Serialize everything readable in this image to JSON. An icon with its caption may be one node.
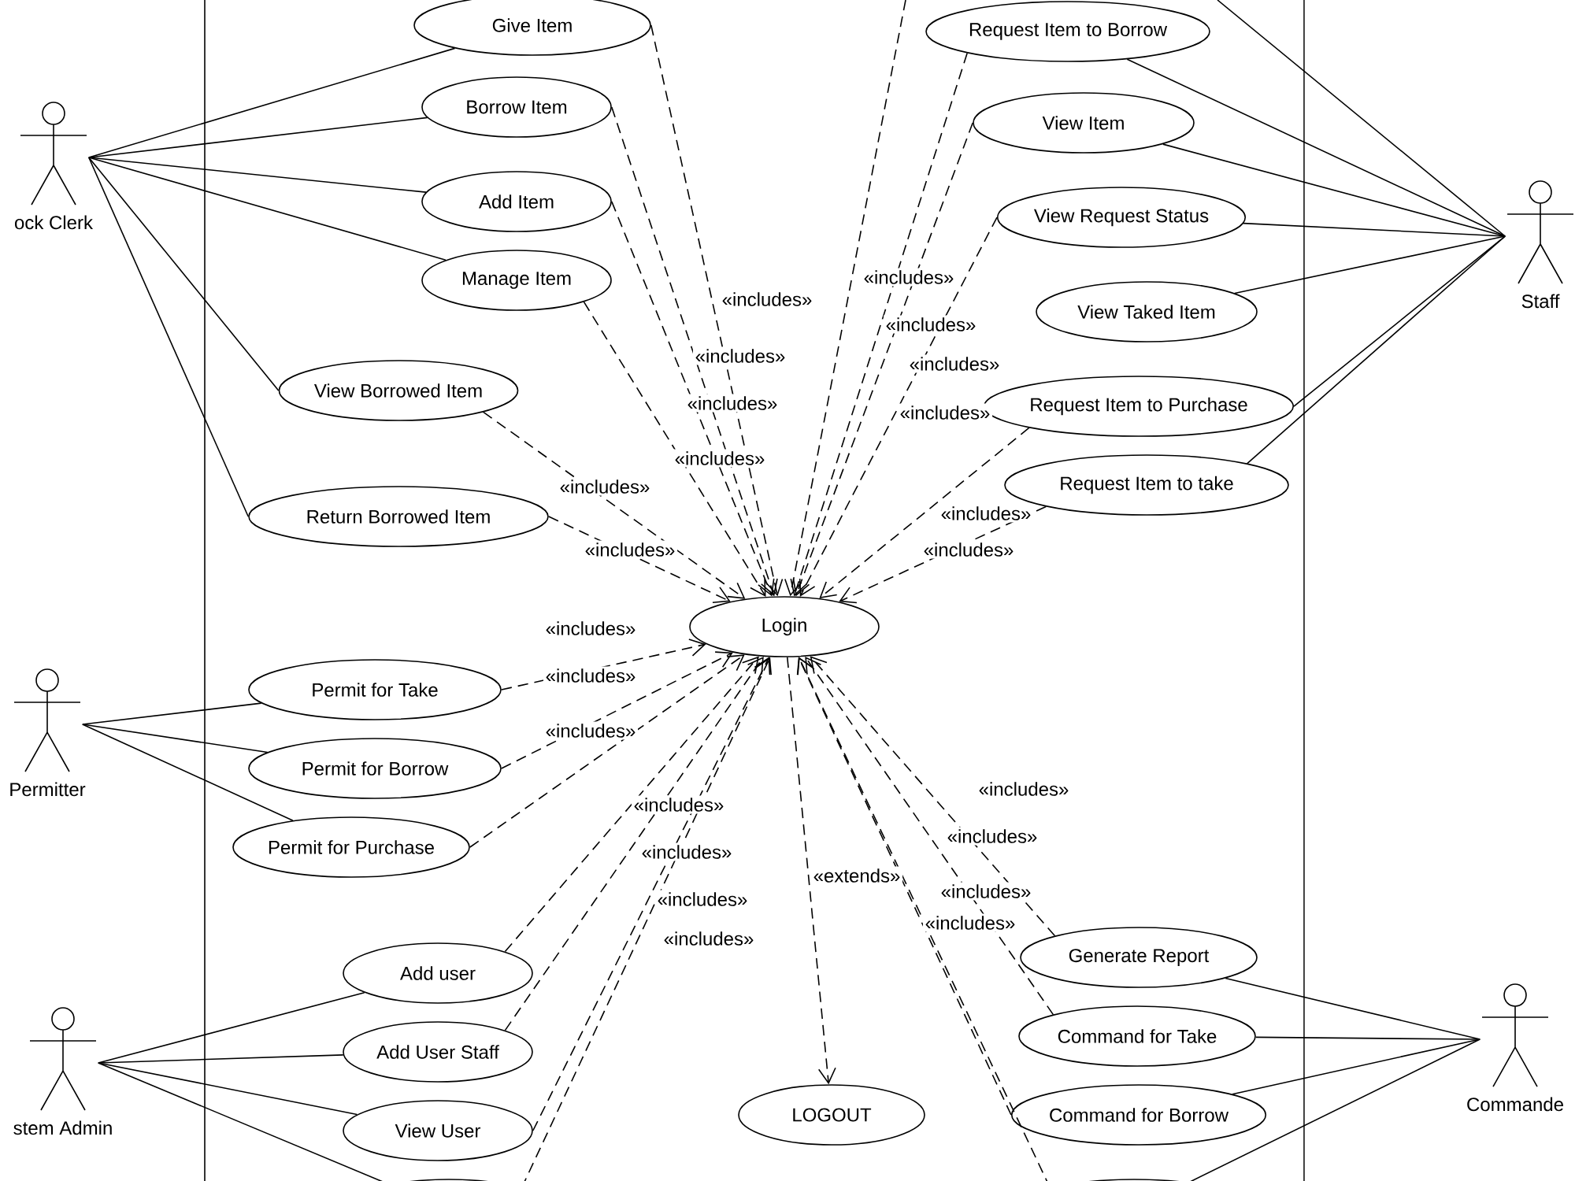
{
  "diagram": {
    "nodes": [
      {
        "text": [
          "Give Item"
        ]
      },
      {
        "text": [
          "Borrow Item"
        ]
      },
      {
        "text": [
          "Add Item"
        ]
      },
      {
        "text": [
          "Manage Item"
        ]
      },
      {
        "text": [
          "View Borrowed Item"
        ]
      },
      {
        "text": [
          "Return Borrowed Item"
        ]
      },
      {
        "text": [
          "Request Item to Borrow"
        ]
      },
      {
        "text": [
          "View Item"
        ]
      },
      {
        "text": [
          "View Request Status"
        ]
      },
      {
        "text": [
          "View Taked Item"
        ]
      },
      {
        "text": [
          "Request Item to Purchase"
        ]
      },
      {
        "text": [
          "Request Item to take"
        ]
      },
      {
        "text": [
          "Login"
        ]
      },
      {
        "text": [
          "Permit for Take"
        ]
      },
      {
        "text": [
          "Permit for Borrow"
        ]
      },
      {
        "text": [
          "Permit for Purchase"
        ]
      },
      {
        "text": [
          "Add user"
        ]
      },
      {
        "text": [
          "Add User Staff"
        ]
      },
      {
        "text": [
          "View User"
        ]
      },
      {
        "text": [
          "LOGOUT"
        ]
      },
      {
        "text": [
          "Generate Report"
        ]
      },
      {
        "text": [
          "Command for Take"
        ]
      },
      {
        "text": [
          "Command for Borrow"
        ]
      },
      {
        "text": [
          "ock Clerk"
        ]
      },
      {
        "text": [
          "Permitter"
        ]
      },
      {
        "text": [
          "Staff"
        ]
      },
      {
        "text": [
          "stem Admin"
        ]
      },
      {
        "text": [
          "Commande"
        ]
      },
      {
        "text": [],
        "shape": "ellipse"
      },
      {
        "text": [],
        "shape": "ellipse"
      }
    ],
    "edges": [
      {
        "from": 23,
        "to": 0,
        "arrow": "none"
      },
      {
        "from": 23,
        "to": 1,
        "arrow": "none"
      },
      {
        "from": 23,
        "to": 2,
        "arrow": "none"
      },
      {
        "from": 23,
        "to": 3,
        "arrow": "none"
      },
      {
        "from": 23,
        "to": 4,
        "arrow": "none"
      },
      {
        "from": 23,
        "to": 5,
        "arrow": "none"
      },
      {
        "from": null,
        "to": 25,
        "arrow": "none"
      },
      {
        "from": 6,
        "to": 25,
        "arrow": "none"
      },
      {
        "from": 7,
        "to": 25,
        "arrow": "none"
      },
      {
        "from": 8,
        "to": 25,
        "arrow": "none"
      },
      {
        "from": 9,
        "to": 25,
        "arrow": "none"
      },
      {
        "from": 10,
        "to": 25,
        "arrow": "none"
      },
      {
        "from": 11,
        "to": 25,
        "arrow": "none"
      },
      {
        "from": 24,
        "to": 13,
        "arrow": "none"
      },
      {
        "from": 24,
        "to": 14,
        "arrow": "none"
      },
      {
        "from": 24,
        "to": 15,
        "arrow": "none"
      },
      {
        "from": 26,
        "to": 16,
        "arrow": "none"
      },
      {
        "from": 26,
        "to": 17,
        "arrow": "none"
      },
      {
        "from": 26,
        "to": 18,
        "arrow": "none"
      },
      {
        "from": 26,
        "to": 28,
        "arrow": "none"
      },
      {
        "from": 27,
        "to": 20,
        "arrow": "none"
      },
      {
        "from": 27,
        "to": 21,
        "arrow": "none"
      },
      {
        "from": 27,
        "to": 22,
        "arrow": "none"
      },
      {
        "from": 27,
        "to": 29,
        "arrow": "none"
      },
      {
        "from": 0,
        "to": 12,
        "arrow": "to",
        "style": "dashed",
        "label": "«includes»"
      },
      {
        "from": 1,
        "to": 12,
        "arrow": "to",
        "style": "dashed",
        "label": "«includes»"
      },
      {
        "from": 2,
        "to": 12,
        "arrow": "to",
        "style": "dashed",
        "label": "«includes»"
      },
      {
        "from": 3,
        "to": 12,
        "arrow": "to",
        "style": "dashed",
        "label": "«includes»"
      },
      {
        "from": 4,
        "to": 12,
        "arrow": "to",
        "style": "dashed",
        "label": "«includes»"
      },
      {
        "from": 5,
        "to": 12,
        "arrow": "to",
        "style": "dashed",
        "label": "«includes»"
      },
      {
        "from": null,
        "to": 12,
        "arrow": "to",
        "style": "dashed",
        "label": "«includes»"
      },
      {
        "from": 6,
        "to": 12,
        "arrow": "to",
        "style": "dashed",
        "label": "«includes»"
      },
      {
        "from": 7,
        "to": 12,
        "arrow": "to",
        "style": "dashed",
        "label": "«includes»"
      },
      {
        "from": 8,
        "to": 12,
        "arrow": "to",
        "style": "dashed",
        "label": "«includes»"
      },
      {
        "from": 10,
        "to": 12,
        "arrow": "to",
        "style": "dashed",
        "label": "«includes»"
      },
      {
        "from": 11,
        "to": 12,
        "arrow": "to",
        "style": "dashed",
        "label": "«includes»"
      },
      {
        "from": 13,
        "to": 12,
        "arrow": "to",
        "style": "dashed",
        "label": "«includes»"
      },
      {
        "from": 14,
        "to": 12,
        "arrow": "to",
        "style": "dashed",
        "label": "«includes»"
      },
      {
        "from": 15,
        "to": 12,
        "arrow": "to",
        "style": "dashed",
        "label": "«includes»"
      },
      {
        "from": 16,
        "to": 12,
        "arrow": "to",
        "style": "dashed",
        "label": "«includes»"
      },
      {
        "from": 17,
        "to": 12,
        "arrow": "to",
        "style": "dashed",
        "label": "«includes»"
      },
      {
        "from": 18,
        "to": 12,
        "arrow": "to",
        "style": "dashed",
        "label": "«includes»"
      },
      {
        "from": 28,
        "to": 12,
        "arrow": "to",
        "style": "dashed",
        "label": "«includes»"
      },
      {
        "from": 20,
        "to": 12,
        "arrow": "to",
        "style": "dashed",
        "label": "«includes»"
      },
      {
        "from": 21,
        "to": 12,
        "arrow": "to",
        "style": "dashed",
        "label": "«includes»"
      },
      {
        "from": 22,
        "to": 12,
        "arrow": "to",
        "style": "dashed",
        "label": "«includes»"
      },
      {
        "from": 29,
        "to": 12,
        "arrow": "to",
        "style": "dashed",
        "label": "«includes»"
      },
      {
        "from": 12,
        "to": 19,
        "arrow": "to",
        "style": "dashed",
        "label": "«extends»"
      }
    ]
  }
}
